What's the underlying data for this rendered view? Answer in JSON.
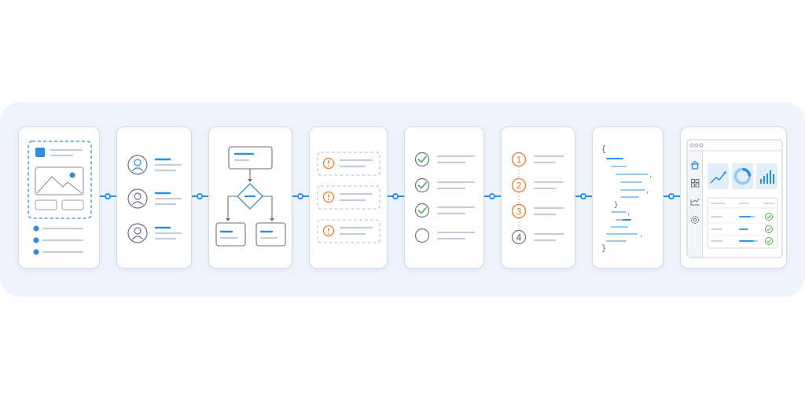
{
  "colors": {
    "band": "#eef4fd",
    "accent_blue": "#2d8fe2",
    "accent_orange": "#f07a2a",
    "check_green": "#4caf50",
    "line_gray": "#c9ced6",
    "card_border": "#d6dce6"
  },
  "stages": [
    {
      "name": "wireframe",
      "icons": [
        "image-placeholder-icon",
        "bullet-dot-icon"
      ]
    },
    {
      "name": "user-profiles",
      "icons": [
        "user-avatar-icon"
      ]
    },
    {
      "name": "flowchart",
      "icons": [
        "decision-diamond-icon"
      ]
    },
    {
      "name": "warnings",
      "icons": [
        "warning-icon"
      ]
    },
    {
      "name": "checklist",
      "icons": [
        "check-circle-icon",
        "empty-circle-icon"
      ]
    },
    {
      "name": "numbered-steps",
      "steps": [
        "1",
        "2",
        "3",
        "4"
      ]
    },
    {
      "name": "code",
      "symbols": [
        "{",
        "}",
        ",",
        "}"
      ]
    },
    {
      "name": "dashboard",
      "icons": [
        "home-icon",
        "grid-icon",
        "chart-icon",
        "gear-icon",
        "trend-up-icon",
        "donut-icon",
        "bar-chart-icon"
      ]
    }
  ],
  "steps_card": {
    "labels": [
      "1",
      "2",
      "3",
      "4"
    ]
  },
  "code_card": {
    "open_brace": "{",
    "close_brace": "}",
    "inner_close": "}",
    "comma": ","
  }
}
